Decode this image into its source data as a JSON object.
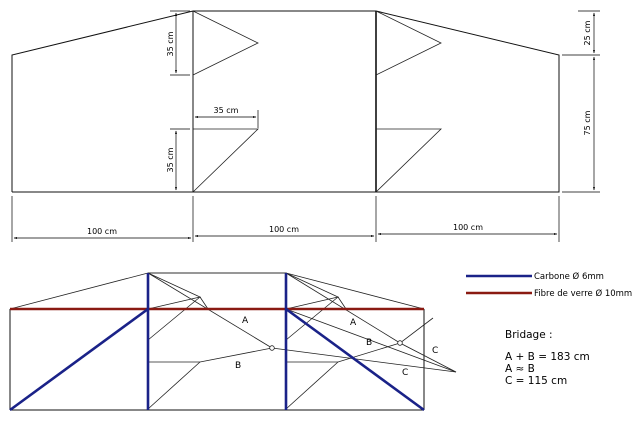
{
  "top_dimensions": {
    "width_left": "100 cm",
    "width_middle": "100 cm",
    "width_right": "100 cm",
    "fin_height_upper": "35 cm",
    "fin_height_lower": "35 cm",
    "fin_width": "35 cm",
    "top_height": "25 cm",
    "body_height": "75 cm"
  },
  "legend": {
    "carbon": "Carbone Ø 6mm",
    "fibre": "Fibre de verre Ø 10mm",
    "carbon_color": "#1a2288",
    "fibre_color": "#8a1a12"
  },
  "bridle_labels": {
    "a1": "A",
    "b1": "B",
    "a2": "A",
    "b2": "B",
    "c1": "C",
    "c2": "C"
  },
  "bridage": {
    "title": "Bridage :",
    "line1": "A + B = 183 cm",
    "line2": "A ≈ B",
    "line3": "C = 115 cm"
  }
}
